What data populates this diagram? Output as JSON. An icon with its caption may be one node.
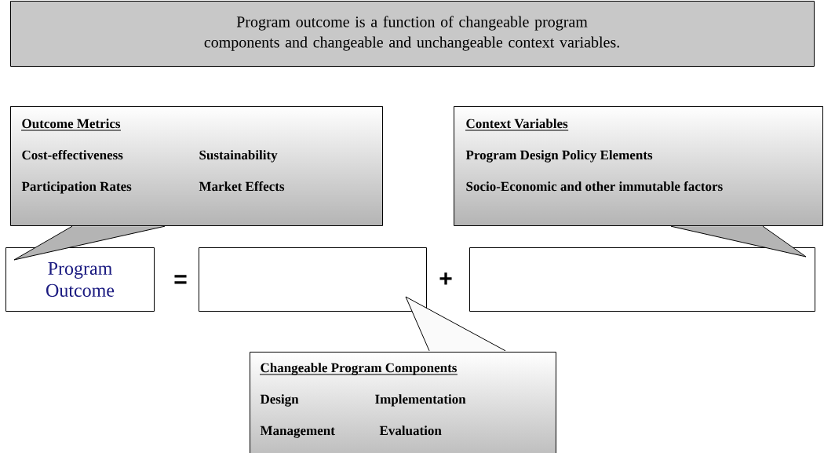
{
  "diagram": {
    "nodes": [
      {
        "text": [
          "Program outcome is a function of changeable program components and changeable and unchangeable context variables."
        ]
      },
      {
        "text": [
          "Outcome Metrics",
          "Cost-effectiveness",
          "Sustainability",
          "Participation Rates",
          "Market Effects"
        ]
      },
      {
        "text": [
          "Context Variables",
          "Program Design Policy Elements",
          "Socio-Economic and other immutable factors"
        ]
      },
      {
        "text": [
          "Program Outcome"
        ]
      },
      {
        "text": [],
        "shape": "box"
      },
      {
        "text": [],
        "shape": "box"
      },
      {
        "text": [
          "Changeable Program Components",
          "Design",
          "Implementation",
          "Management",
          "Evaluation"
        ]
      }
    ],
    "labels": [
      "=",
      "+"
    ]
  }
}
